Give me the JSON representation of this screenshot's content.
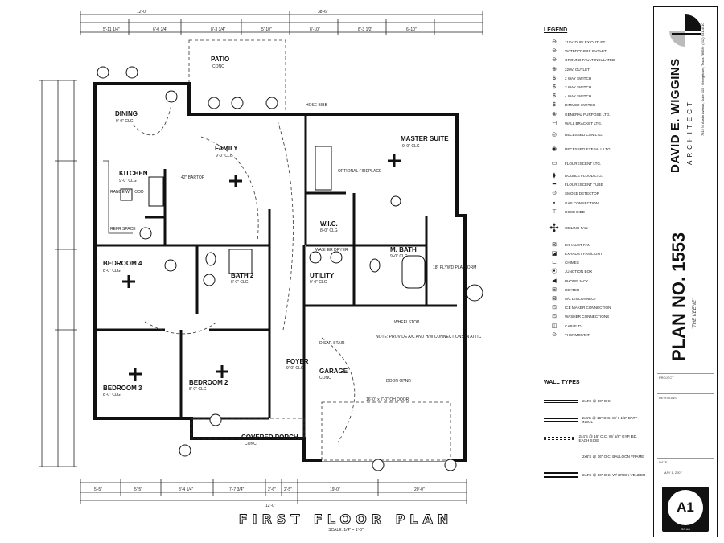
{
  "drawing": {
    "title": "FIRST FLOOR PLAN",
    "scale": "SCALE: 1/4\" = 1'-0\""
  },
  "rooms": [
    {
      "key": "patio",
      "name": "PATIO",
      "sub": "CONC"
    },
    {
      "key": "dining",
      "name": "DINING",
      "sub": "9'-0\" CLG"
    },
    {
      "key": "family",
      "name": "FAMILY",
      "sub": "9'-0\" CLG"
    },
    {
      "key": "master",
      "name": "MASTER SUITE",
      "sub": "9'-0\" CLG"
    },
    {
      "key": "kitchen",
      "name": "KITCHEN",
      "sub": "9'-0\" CLG"
    },
    {
      "key": "bed4",
      "name": "BEDROOM 4",
      "sub": "8'-0\" CLG"
    },
    {
      "key": "bath2",
      "name": "BATH 2",
      "sub": "8'-0\" CLG"
    },
    {
      "key": "wic",
      "name": "W.I.C.",
      "sub": "8'-0\" CLG"
    },
    {
      "key": "mbath",
      "name": "M. BATH",
      "sub": "9'-0\" CLG"
    },
    {
      "key": "utility",
      "name": "UTILITY",
      "sub": "9'-0\" CLG"
    },
    {
      "key": "bed3",
      "name": "BEDROOM 3",
      "sub": "8'-0\" CLG"
    },
    {
      "key": "bed2",
      "name": "BEDROOM 2",
      "sub": "8'-0\" CLG"
    },
    {
      "key": "foyer",
      "name": "FOYER",
      "sub": "9'-0\" CLG"
    },
    {
      "key": "garage",
      "name": "GARAGE",
      "sub": "CONC"
    },
    {
      "key": "porch",
      "name": "COVERED PORCH",
      "sub": "CONC"
    }
  ],
  "notes": {
    "bartop": "42\" BARTOP",
    "fireplace": "OPTIONAL FIREPLACE",
    "hose_bibb": "HOSE BIBB",
    "garage_door": "16'-0\" x 7'-0\" OH DOOR",
    "attic_note": "NOTE: PROVIDE A/C AND H/W CONNECTIONS IN ATTIC",
    "platform": "18\" PLYWD PLATFORM",
    "disap_stair": "DISAP. STAIR",
    "door_opnr": "DOOR OPNR",
    "wheelstop": "WHEELSTOP",
    "washer_dryer": "WASHER DRYER",
    "range_hood": "RANGE W/ HOOD",
    "refr_space": "REFR SPACE"
  },
  "dims_top": [
    "5'-11 1/4\"",
    "6'-0 3/4\"",
    "8'-3 3/4\"",
    "5'-10\"",
    "8'-10\"",
    "8'-3 1/2\"",
    "6'-10\"",
    "12'-0\"",
    "38'-6\""
  ],
  "dims_bottom": [
    "5'-5\"",
    "5'-5\"",
    "8'-4 1/4\"",
    "7'-7 3/4\"",
    "2'-6\"",
    "2'-5\"",
    "19'-0\"",
    "20'-0\"",
    "12'-0\""
  ],
  "legend": {
    "title": "LEGEND",
    "items": [
      "110V. DUPLEX OUTLET",
      "WATERPROOF OUTLET",
      "GROUND FAULT INSULATED",
      "220V. OUTLET",
      "2 WAY SWITCH",
      "3 WAY SWITCH",
      "4 WAY SWITCH",
      "DIMMER SWITCH",
      "GENERAL PURPOSE LTG.",
      "WALL BRACKET LTG.",
      "RECESSED CAN LTG.",
      "RECESSED EYEBALL LTG.",
      "FLOURESCENT LTG.",
      "DOUBLE FLOOD LTG.",
      "FLOURESCENT TUBE",
      "SMOKE DETECTOR",
      "GAS CONNECTION",
      "HOSE BIBB",
      "CEILING FAN",
      "EXHAUST FAN",
      "EXHAUST FAN/LIGHT",
      "CHIMES",
      "JUNCTION BOX",
      "PHONE JACK",
      "HEATER",
      "A/C DISCONNECT",
      "ICE MAKER CONNECTION",
      "WASHER CONNECTIONS",
      "CABLE TV",
      "THERMOSTAT"
    ]
  },
  "wall_types": {
    "title": "WALL TYPES",
    "items": [
      "2x4'S @ 16\" O.C.",
      "2x4'S @ 16\" O.C. W/ 3 1/2\" BATT INSUL",
      "2x4'S @ 16\" O.C. W/ 5/8\" GYP. BD. EACH SIDE",
      "2x6'S @ 16\" O.C. BALLOON FRAME",
      "2x4'S @ 16\" O.C. W/ BRICK VENEER"
    ]
  },
  "title_block": {
    "firm": "DAVID E. WIGGINS",
    "firm_sub": "ARCHITECT",
    "address": "7815 N. Austin Avenue, Suite 102 · Georgetown, Texas 78628 · (512) 931-4910",
    "plan_no": "PLAN NO. 1553",
    "plan_name": "\"THE KEENE\"",
    "project_label": "PROJECT",
    "revisions_label": "REVISIONS",
    "date_label": "DATE",
    "date": "MAY 1, 2007",
    "sheet": "A1",
    "sheet_of": "OF A3"
  }
}
